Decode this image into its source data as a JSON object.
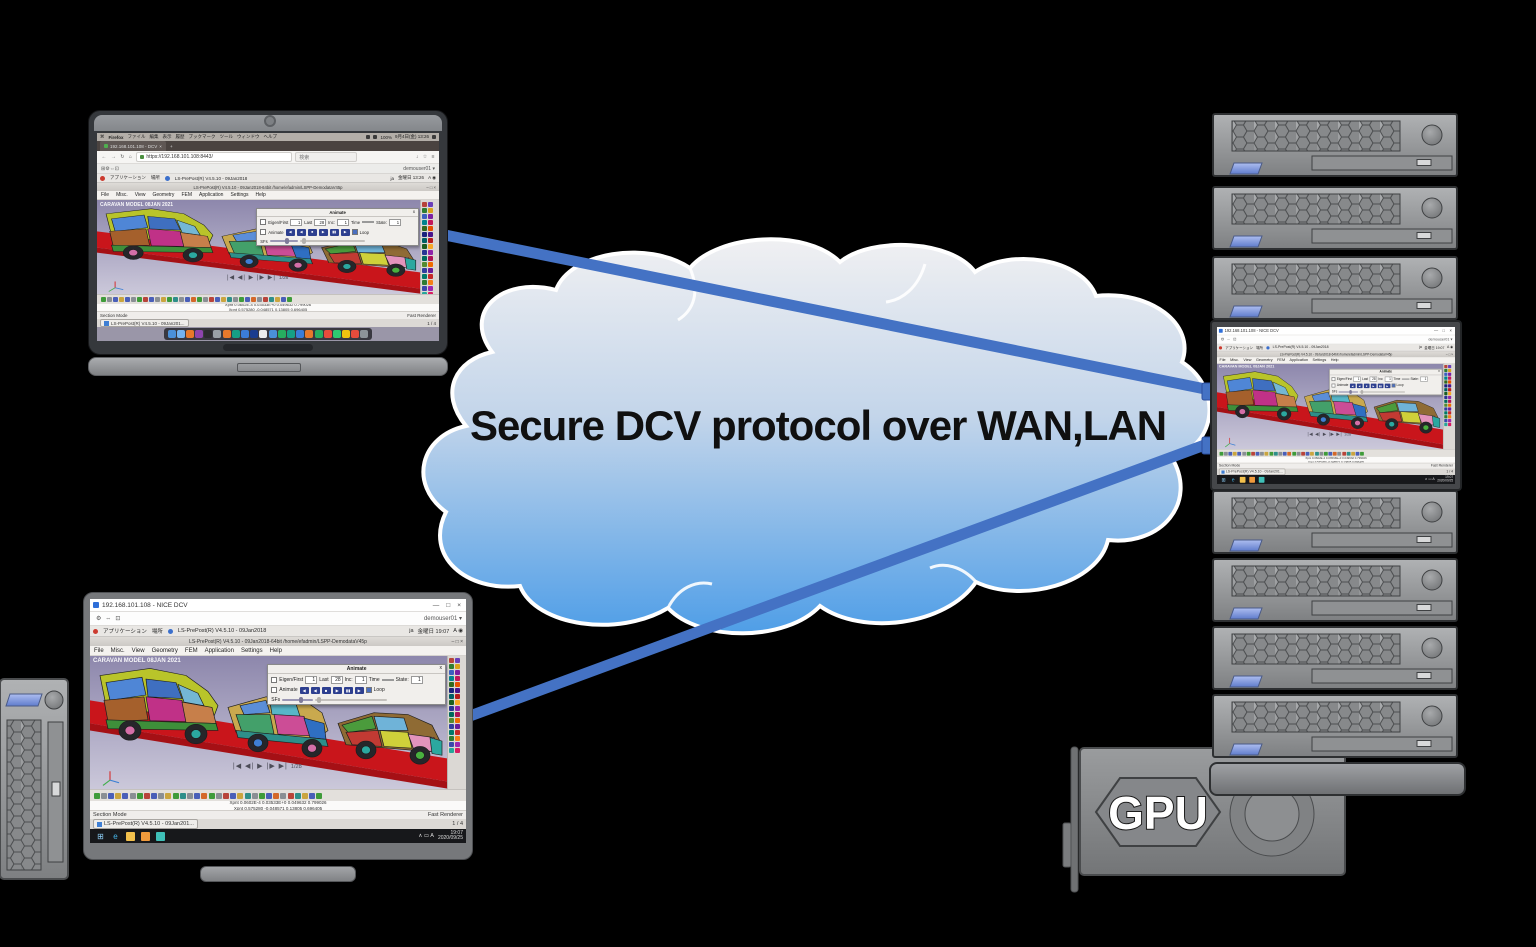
{
  "cloud": {
    "label": "Secure DCV protocol over WAN,LAN"
  },
  "connection_color": "#4472c4",
  "mac": {
    "menubar": {
      "apple_icon": "⌘",
      "app": "Firefox",
      "menus": [
        "ファイル",
        "編集",
        "表示",
        "履歴",
        "ブックマーク",
        "ツール",
        "ウィンドウ",
        "ヘルプ"
      ],
      "battery": "100%",
      "clock": "9月4日(金) 13:26"
    },
    "tab": {
      "title": "192.168.101.108 - DCV",
      "close": "×",
      "new_tab": "+"
    },
    "nav": {
      "back": "←",
      "forward": "→",
      "reload": "↻",
      "home": "⌂",
      "url": "https://192.168.101.108:8443/",
      "search_label": "検索",
      "down": "↓",
      "star": "☆",
      "menu": "≡"
    },
    "dcv_icons": [
      {
        "glyph": "⊞"
      },
      {
        "glyph": "⚙"
      },
      {
        "glyph": "⇔"
      },
      {
        "glyph": "⊡"
      }
    ],
    "dcv_user": "demouser01 ▾",
    "dock_colors": [
      "#4a90d9",
      "#74b3f0",
      "#e8792b",
      "#8e44ad",
      "#2c2c2e",
      "#9aa0a6",
      "#e8792b",
      "#16a085",
      "#3b7dd8",
      "#1a3c8f",
      "#ececec",
      "#4a90d9",
      "#27ae60",
      "#16a085",
      "#3b7dd8",
      "#e8792b",
      "#27ae60",
      "#e74c3c",
      "#2ecc71",
      "#f1c40f",
      "#e74c3c",
      "#8d9399"
    ]
  },
  "win": {
    "title": "192.168.101.108 - NICE DCV",
    "controls": {
      "min": "—",
      "max": "□",
      "close": "×"
    },
    "dcv_icons": [
      {
        "glyph": "⚙"
      },
      {
        "glyph": "⇔"
      },
      {
        "glyph": "⊡"
      }
    ],
    "dcv_user": "demouser01 ▾",
    "taskbar_icons": [
      {
        "glyph": "⊞",
        "color": "#8fd0f8"
      },
      {
        "glyph": "e",
        "color": "#45b6ea"
      },
      "#f2c04c",
      "#f09a3c",
      "#3fc0b8"
    ],
    "taskbar": {
      "tray": "∧  ▭  A",
      "time": "19:07",
      "date": "2020/09/25"
    }
  },
  "gnome": {
    "menu_app": "アプリケーション",
    "menu_places": "場所",
    "window_title": "LS-PrePost(R) V4.5.10 - 09Jan2018",
    "lang": "ja",
    "clock_mac": "金曜日 13:26",
    "clock_win": "金曜日 19:07",
    "status_icons": "A ◉"
  },
  "lspp": {
    "title": "LS-PrePost(R) V4.5.10 - 09Jan2018-64bit  /home/efadmin/LSPP-DemodataV45p",
    "controls": "–  □  ×",
    "menus": [
      "File",
      "Misc.",
      "View",
      "Geometry",
      "FEM",
      "Application",
      "Settings",
      "Help"
    ],
    "caption": "CARAVAN MODEL 08JAN 2021",
    "playback": "|◀ ◀| ▶ |▶ ▶|",
    "frame": "1/28",
    "coords1": "Xpnt 0.0602E-4  0.03533E+0  0.049632   0.799026",
    "coords2": "Xpnt 0.575280  -0.048571  0.13805   0.696405",
    "status_left": "Section Mode",
    "status_right": "Fast Renderer",
    "page": "1 / 4",
    "task_button": "LS-PrePost(R) V4.5.10 - 09Jan201...",
    "animate": {
      "title": "Animate",
      "close": "x",
      "fields": [
        {
          "label": "Eigen/First",
          "value": "1"
        },
        {
          "label": "Last",
          "value": "28"
        },
        {
          "label": "Inc:",
          "value": "1"
        },
        {
          "label": "Time",
          "value": ""
        },
        {
          "label": "State:",
          "value": "1"
        }
      ],
      "row2_check": "Animate",
      "buttons": [
        "◀",
        "◀",
        "■",
        "▶",
        "▮▮",
        "▶"
      ],
      "loop": "Loop",
      "sfs": "SFs"
    },
    "sidebar_colors": [
      "#b8443a",
      "#6a3fb8",
      "#2e7d32",
      "#d9a21b",
      "#3b5fc0",
      "#7b1fa2",
      "#00838f",
      "#c2185b",
      "#33691e",
      "#e65100",
      "#1a237e",
      "#4a148c",
      "#006064",
      "#b71c1c",
      "#1b5e20",
      "#f9a825",
      "#283593",
      "#8e24aa",
      "#00695c",
      "#ad1457",
      "#558b2f",
      "#ef6c00",
      "#303f9f",
      "#6a1b9a",
      "#00796b",
      "#c62828",
      "#2e7d32",
      "#f57f17",
      "#3949ab",
      "#9c27b0",
      "#26a69a",
      "#d81b60"
    ],
    "toolbar_colors": [
      "#3f9b3a",
      "#8a8f94",
      "#4a5fb8",
      "#caa53f",
      "#4a5fb8",
      "#8a8f94",
      "#3f9b3a",
      "#b8443a",
      "#4a5fb8",
      "#8a8f94",
      "#caa53f",
      "#3f9b3a",
      "#2e8f8a",
      "#8a8f94",
      "#4a5fb8",
      "#d4682a",
      "#3f9b3a",
      "#8a8f94",
      "#b8443a",
      "#4a5fb8",
      "#caa53f",
      "#2e8f8a",
      "#8a8f94",
      "#3f9b3a",
      "#4a5fb8",
      "#d4682a",
      "#8a8f94",
      "#b8443a",
      "#2e8f8a",
      "#caa53f",
      "#4a5fb8",
      "#3f9b3a"
    ]
  },
  "gpu": {
    "label": "GPU"
  }
}
